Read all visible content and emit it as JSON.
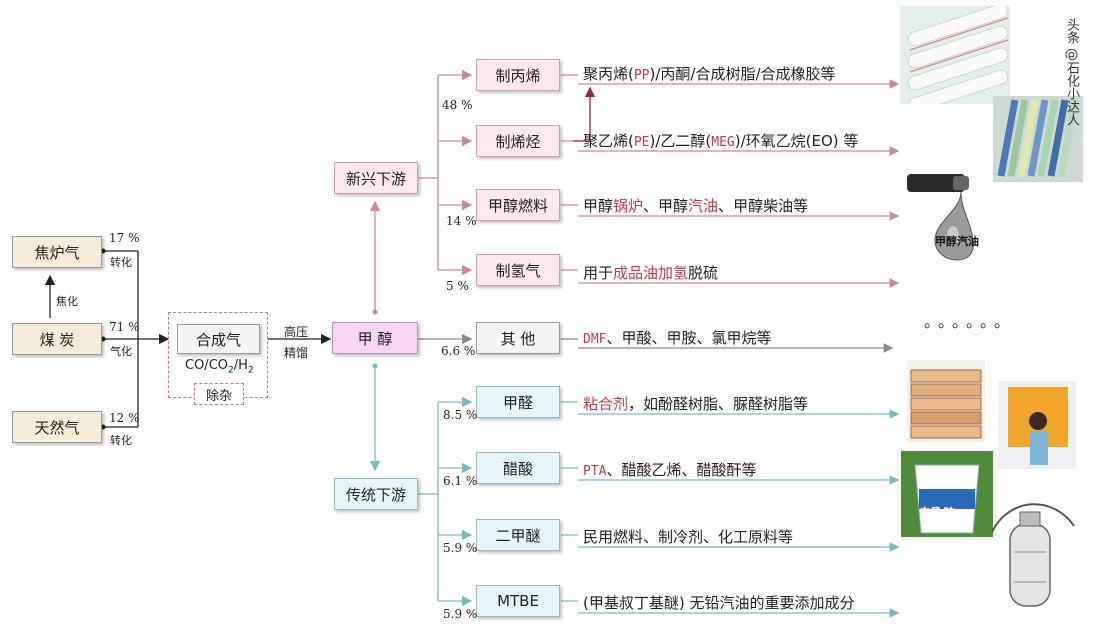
{
  "sources": [
    {
      "id": "coke-gas",
      "label": "焦炉气",
      "pct": "17 %",
      "process": "转化"
    },
    {
      "id": "coal",
      "label": "煤  炭",
      "pct": "71 %",
      "process": "气化"
    },
    {
      "id": "natural-gas",
      "label": "天然气",
      "pct": "12 %",
      "process": "转化"
    }
  ],
  "coking_label": "焦化",
  "syngas": {
    "label": "合成气",
    "formula_prefix": "CO/CO",
    "formula_sub2": "2",
    "formula_sep": "/H",
    "formula_sub3": "2",
    "purify": "除杂"
  },
  "distill_label": [
    "高压",
    "精馏"
  ],
  "methanol_label": "甲  醇",
  "branches": {
    "emerging": "新兴下游",
    "traditional": "传统下游"
  },
  "products": [
    {
      "id": "propylene",
      "label": "制丙烯",
      "pct": "48 %",
      "uses": [
        {
          "t": "聚丙烯("
        },
        {
          "t": "PP",
          "hl": true
        },
        {
          "t": ")/丙酮/合成树脂/合成橡胶等"
        }
      ]
    },
    {
      "id": "olefin",
      "label": "制烯烃",
      "pct": "",
      "uses": [
        {
          "t": "聚乙烯("
        },
        {
          "t": "PE",
          "hl": true
        },
        {
          "t": ")/乙二醇("
        },
        {
          "t": "MEG",
          "hl": true
        },
        {
          "t": ")/环氧乙烷(EO) 等"
        }
      ]
    },
    {
      "id": "fuel",
      "label": "甲醇燃料",
      "pct": "14 %",
      "uses": [
        {
          "t": "甲醇"
        },
        {
          "t": "锅炉",
          "hl": true
        },
        {
          "t": "、甲醇"
        },
        {
          "t": "汽油",
          "hl": true
        },
        {
          "t": "、甲醇柴油等"
        }
      ]
    },
    {
      "id": "hydrogen",
      "label": "制氢气",
      "pct": "5 %",
      "uses": [
        {
          "t": "用于"
        },
        {
          "t": "成品油加氢",
          "hl": true
        },
        {
          "t": "脱硫"
        }
      ]
    },
    {
      "id": "other",
      "label": "其 他",
      "pct": "6.6 %",
      "uses": [
        {
          "t": "DMF",
          "hl": true
        },
        {
          "t": "、甲酸、甲胺、氯甲烷等"
        }
      ]
    },
    {
      "id": "formaldehyde",
      "label": "甲醛",
      "pct": "8.5 %",
      "uses": [
        {
          "t": "粘合剂",
          "hl": true
        },
        {
          "t": "，如酚醛树脂、脲醛树脂等"
        }
      ]
    },
    {
      "id": "acetic",
      "label": "醋酸",
      "pct": "6.1 %",
      "uses": [
        {
          "t": "PTA",
          "hl": true
        },
        {
          "t": "、醋酸乙烯、醋酸酐等"
        }
      ]
    },
    {
      "id": "dme",
      "label": "二甲醚",
      "pct": "5.9 %",
      "uses": [
        {
          "t": "民用燃料、制冷剂、化工原料等"
        }
      ]
    },
    {
      "id": "mtbe",
      "label": "MTBE",
      "pct": "5.9 %",
      "uses": [
        {
          "t": "(甲基叔丁基醚) 无铅汽油的重要添加成分"
        }
      ]
    }
  ],
  "fuel_image_label": "甲醇汽油",
  "glue_brand": "白乳胶",
  "dots": "。。。。。。",
  "watermark": "头条 @石化小达人",
  "colors": {
    "emerging_line": "#c48a97",
    "traditional_line": "#7fb7c0",
    "highlight": "#c0394a",
    "main_line": "#222222"
  }
}
